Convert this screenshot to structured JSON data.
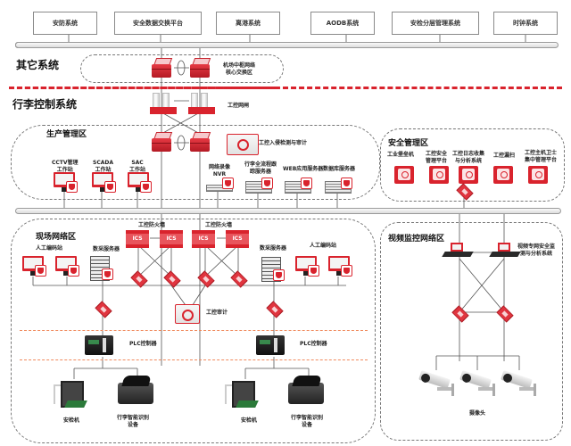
{
  "top_systems": [
    {
      "label": "安防系统"
    },
    {
      "label": "安全数据交换平台"
    },
    {
      "label": "离港系统"
    },
    {
      "label": "AODB系统"
    },
    {
      "label": "安检分层管理系统"
    },
    {
      "label": "时钟系统"
    }
  ],
  "sections": {
    "other": "其它系统",
    "baggage": "行李控制系统"
  },
  "core_zone": {
    "label": "机场中枢网络\n核心交换区"
  },
  "gateway": {
    "label": "工控网闸"
  },
  "production_zone": {
    "title": "生产管理区",
    "ids_label": "工控入侵检测与审计",
    "workstations": [
      {
        "label": "CCTV管理\n工作站"
      },
      {
        "label": "SCADA\n工作站"
      },
      {
        "label": "SAC\n工作站"
      }
    ],
    "servers": [
      {
        "label": "网络录像\nNVR"
      },
      {
        "label": "行李全流程跟\n踪服务器"
      },
      {
        "label": "WEB应用服务器"
      },
      {
        "label": "数据库服务器"
      }
    ]
  },
  "security_zone": {
    "title": "安全管理区",
    "items": [
      {
        "label": "工业堡垒机"
      },
      {
        "label": "工控安全\n管理平台"
      },
      {
        "label": "工控日志收集\n与分析系统"
      },
      {
        "label": "工控漏扫"
      },
      {
        "label": "工控主机卫士\n集中管理平台"
      }
    ]
  },
  "field_zone": {
    "title": "现场网络区",
    "firewall_label": "工控防火墙",
    "firewall_text": "ICS",
    "left_station_label": "人工编码站",
    "left_server_label": "数采服务器",
    "right_server_label": "数采服务器",
    "right_station_label": "人工编码站",
    "audit_label": "工控审计",
    "plc_label": "PLC控制器",
    "xray_label": "安检机",
    "reader_label": "行李智能识别\n设备"
  },
  "video_zone": {
    "title": "视频监控网络区",
    "monitor_label": "视频专网安全监\n测与分析系统",
    "camera_label": "摄像头"
  }
}
